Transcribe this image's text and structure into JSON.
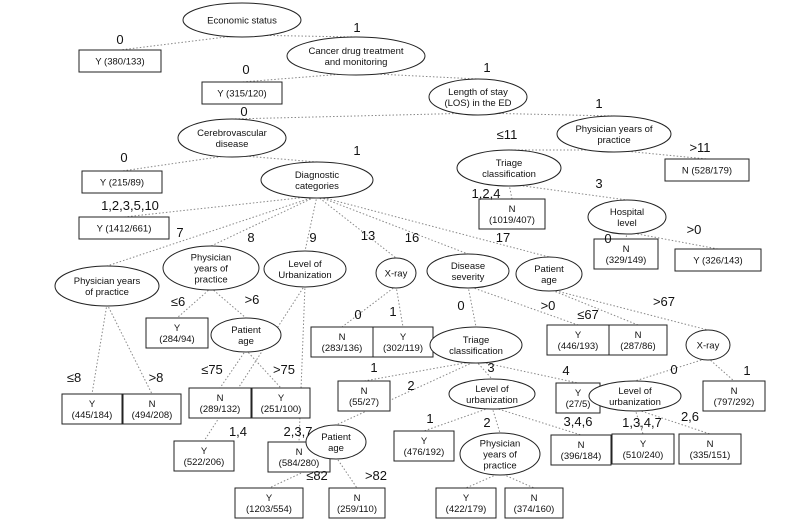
{
  "nodes": {
    "economic_status": {
      "lines": [
        "Economic status"
      ]
    },
    "cancer_drug": {
      "lines": [
        "Cancer drug treatment",
        "and monitoring"
      ]
    },
    "leaf_y_380": {
      "lines": [
        "Y (380/133)"
      ]
    },
    "los": {
      "lines": [
        "Length of stay",
        "(LOS) in the ED"
      ]
    },
    "leaf_y_315": {
      "lines": [
        "Y (315/120)"
      ]
    },
    "cerebrovascular": {
      "lines": [
        "Cerebrovascular",
        "disease"
      ]
    },
    "physician_years_top": {
      "lines": [
        "Physician years of",
        "practice"
      ]
    },
    "leaf_y_215": {
      "lines": [
        "Y (215/89)"
      ]
    },
    "diagnostic": {
      "lines": [
        "Diagnostic",
        "categories"
      ]
    },
    "triage_top": {
      "lines": [
        "Triage",
        "classification"
      ]
    },
    "leaf_n_528": {
      "lines": [
        "N (528/179)"
      ]
    },
    "leaf_y_1412": {
      "lines": [
        "Y (1412/661)"
      ]
    },
    "leaf_n_1019": {
      "lines": [
        "N",
        "(1019/407)"
      ]
    },
    "hospital_level": {
      "lines": [
        "Hospital",
        "level"
      ]
    },
    "leaf_n_329": {
      "lines": [
        "N",
        "(329/149)"
      ]
    },
    "leaf_y_326": {
      "lines": [
        "Y (326/143)"
      ]
    },
    "physician_years_left": {
      "lines": [
        "Physician years",
        "of practice"
      ]
    },
    "physician_years_8": {
      "lines": [
        "Physician",
        "years of",
        "practice"
      ]
    },
    "urbanization_9": {
      "lines": [
        "Level of",
        "Urbanization"
      ]
    },
    "xray_13": {
      "lines": [
        "X-ray"
      ]
    },
    "disease_severity": {
      "lines": [
        "Disease",
        "severity"
      ]
    },
    "patient_age_17": {
      "lines": [
        "Patient",
        "age"
      ]
    },
    "leaf_y_284": {
      "lines": [
        "Y",
        "(284/94)"
      ]
    },
    "patient_age_mid": {
      "lines": [
        "Patient",
        "age"
      ]
    },
    "leaf_n_283": {
      "lines": [
        "N",
        "(283/136)"
      ]
    },
    "leaf_y_302": {
      "lines": [
        "Y",
        "(302/119)"
      ]
    },
    "triage_mid": {
      "lines": [
        "Triage",
        "classification"
      ]
    },
    "leaf_y_446": {
      "lines": [
        "Y",
        "(446/193)"
      ]
    },
    "leaf_n_287": {
      "lines": [
        "N",
        "(287/86)"
      ]
    },
    "xray_right": {
      "lines": [
        "X-ray"
      ]
    },
    "leaf_y_445": {
      "lines": [
        "Y",
        "(445/184)"
      ]
    },
    "leaf_n_494": {
      "lines": [
        "N",
        "(494/208)"
      ]
    },
    "leaf_n_289": {
      "lines": [
        "N",
        "(289/132)"
      ]
    },
    "leaf_y_251": {
      "lines": [
        "Y",
        "(251/100)"
      ]
    },
    "leaf_n_55": {
      "lines": [
        "N",
        "(55/27)"
      ]
    },
    "urbanization_mid": {
      "lines": [
        "Level of",
        "urbanization"
      ]
    },
    "leaf_y_27": {
      "lines": [
        "Y",
        "(27/5)"
      ]
    },
    "urbanization_right": {
      "lines": [
        "Level of",
        "urbanization"
      ]
    },
    "leaf_n_797": {
      "lines": [
        "N",
        "(797/292)"
      ]
    },
    "leaf_y_522": {
      "lines": [
        "Y",
        "(522/206)"
      ]
    },
    "leaf_n_584": {
      "lines": [
        "N",
        "(584/280)"
      ]
    },
    "leaf_y_476": {
      "lines": [
        "Y",
        "(476/192)"
      ]
    },
    "physician_years_low": {
      "lines": [
        "Physician",
        "years of",
        "practice"
      ]
    },
    "leaf_n_396": {
      "lines": [
        "N",
        "(396/184)"
      ]
    },
    "leaf_y_510": {
      "lines": [
        "Y",
        "(510/240)"
      ]
    },
    "leaf_n_335": {
      "lines": [
        "N",
        "(335/151)"
      ]
    },
    "patient_age_low": {
      "lines": [
        "Patient",
        "age"
      ]
    },
    "leaf_y_1203": {
      "lines": [
        "Y",
        "(1203/554)"
      ]
    },
    "leaf_n_259": {
      "lines": [
        "N",
        "(259/110)"
      ]
    },
    "leaf_y_422": {
      "lines": [
        "Y",
        "(422/179)"
      ]
    },
    "leaf_n_374": {
      "lines": [
        "N",
        "(374/160)"
      ]
    }
  },
  "edges": [
    {
      "from": "economic_status",
      "to": "leaf_y_380",
      "label": "0"
    },
    {
      "from": "economic_status",
      "to": "cancer_drug",
      "label": "1"
    },
    {
      "from": "cancer_drug",
      "to": "leaf_y_315",
      "label": "0"
    },
    {
      "from": "cancer_drug",
      "to": "los",
      "label": "1"
    },
    {
      "from": "los",
      "to": "cerebrovascular",
      "label": "0"
    },
    {
      "from": "los",
      "to": "physician_years_top",
      "label": "1"
    },
    {
      "from": "cerebrovascular",
      "to": "leaf_y_215",
      "label": "0"
    },
    {
      "from": "cerebrovascular",
      "to": "diagnostic",
      "label": "1"
    },
    {
      "from": "physician_years_top",
      "to": "triage_top",
      "label": "≤11"
    },
    {
      "from": "physician_years_top",
      "to": "leaf_n_528",
      "label": ">11"
    },
    {
      "from": "triage_top",
      "to": "leaf_n_1019",
      "label": "1,2,4"
    },
    {
      "from": "triage_top",
      "to": "hospital_level",
      "label": "3"
    },
    {
      "from": "hospital_level",
      "to": "leaf_n_329",
      "label": "0"
    },
    {
      "from": "hospital_level",
      "to": "leaf_y_326",
      "label": ">0"
    },
    {
      "from": "diagnostic",
      "to": "leaf_y_1412",
      "label": "1,2,3,5,10"
    },
    {
      "from": "diagnostic",
      "to": "physician_years_left",
      "label": "7"
    },
    {
      "from": "diagnostic",
      "to": "physician_years_8",
      "label": "8"
    },
    {
      "from": "diagnostic",
      "to": "urbanization_9",
      "label": "9"
    },
    {
      "from": "diagnostic",
      "to": "xray_13",
      "label": "13"
    },
    {
      "from": "diagnostic",
      "to": "disease_severity",
      "label": "16"
    },
    {
      "from": "diagnostic",
      "to": "patient_age_17",
      "label": "17"
    },
    {
      "from": "physician_years_left",
      "to": "leaf_y_445",
      "label": "≤8"
    },
    {
      "from": "physician_years_left",
      "to": "leaf_n_494",
      "label": ">8"
    },
    {
      "from": "physician_years_8",
      "to": "leaf_y_284",
      "label": "≤6"
    },
    {
      "from": "physician_years_8",
      "to": "patient_age_mid",
      "label": ">6"
    },
    {
      "from": "patient_age_mid",
      "to": "leaf_n_289",
      "label": "≤75"
    },
    {
      "from": "patient_age_mid",
      "to": "leaf_y_251",
      "label": ">75"
    },
    {
      "from": "urbanization_9",
      "to": "leaf_y_522",
      "label": "1,4"
    },
    {
      "from": "urbanization_9",
      "to": "leaf_n_584",
      "label": "2,3,7"
    },
    {
      "from": "xray_13",
      "to": "leaf_n_283",
      "label": "0"
    },
    {
      "from": "xray_13",
      "to": "leaf_y_302",
      "label": "1"
    },
    {
      "from": "disease_severity",
      "to": "triage_mid",
      "label": "0"
    },
    {
      "from": "disease_severity",
      "to": "leaf_y_446",
      "label": ">0"
    },
    {
      "from": "patient_age_17",
      "to": "leaf_n_287",
      "label": "≤67"
    },
    {
      "from": "patient_age_17",
      "to": "xray_right",
      "label": ">67"
    },
    {
      "from": "triage_mid",
      "to": "leaf_n_55",
      "label": "1"
    },
    {
      "from": "triage_mid",
      "to": "patient_age_low",
      "label": "2"
    },
    {
      "from": "triage_mid",
      "to": "urbanization_mid",
      "label": "3"
    },
    {
      "from": "triage_mid",
      "to": "leaf_y_27",
      "label": "4"
    },
    {
      "from": "patient_age_low",
      "to": "leaf_y_1203",
      "label": "≤82"
    },
    {
      "from": "patient_age_low",
      "to": "leaf_n_259",
      "label": ">82"
    },
    {
      "from": "urbanization_mid",
      "to": "leaf_y_476",
      "label": "1"
    },
    {
      "from": "urbanization_mid",
      "to": "physician_years_low",
      "label": "2"
    },
    {
      "from": "urbanization_mid",
      "to": "leaf_n_396",
      "label": "3,4,6"
    },
    {
      "from": "physician_years_low",
      "to": "leaf_y_422",
      "label": ""
    },
    {
      "from": "physician_years_low",
      "to": "leaf_n_374",
      "label": ""
    },
    {
      "from": "xray_right",
      "to": "urbanization_right",
      "label": "0"
    },
    {
      "from": "xray_right",
      "to": "leaf_n_797",
      "label": "1"
    },
    {
      "from": "urbanization_right",
      "to": "leaf_y_510",
      "label": "1,3,4,7"
    },
    {
      "from": "urbanization_right",
      "to": "leaf_n_335",
      "label": "2,6"
    }
  ]
}
